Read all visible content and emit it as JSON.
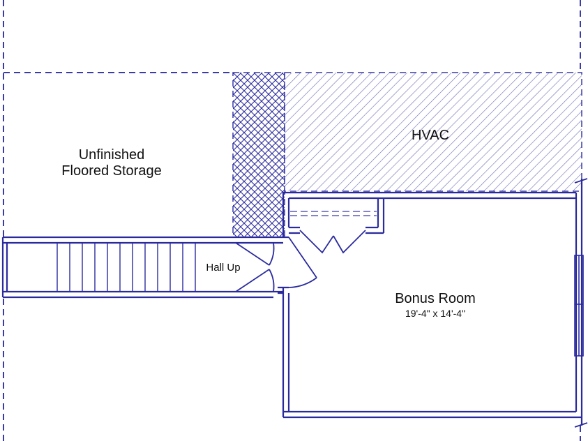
{
  "rooms": {
    "storage": {
      "line1": "Unfinished",
      "line2": "Floored Storage"
    },
    "hvac": {
      "label": "HVAC"
    },
    "hall": {
      "label": "Hall Up"
    },
    "bonus": {
      "label": "Bonus Room",
      "dimensions": "19'-4\" x 14'-4\""
    }
  },
  "colors": {
    "wall": "#2a2a9e",
    "hatch": "#6a6ab0",
    "dash": "#3a3aa8",
    "text": "#111111"
  }
}
